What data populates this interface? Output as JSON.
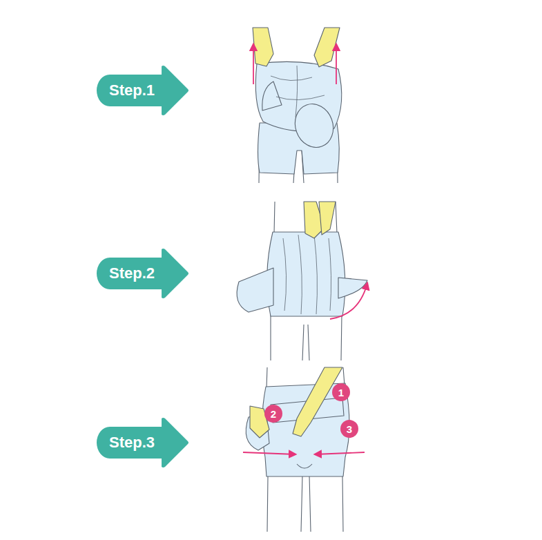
{
  "diagram": {
    "nodes": [
      {
        "text": [
          "Step.1"
        ]
      },
      {
        "text": [
          "Step.2"
        ]
      },
      {
        "text": [
          "Step.3"
        ]
      },
      {
        "text": [
          "1"
        ]
      },
      {
        "text": [
          "2"
        ]
      },
      {
        "text": [
          "3"
        ]
      }
    ],
    "edges": []
  }
}
